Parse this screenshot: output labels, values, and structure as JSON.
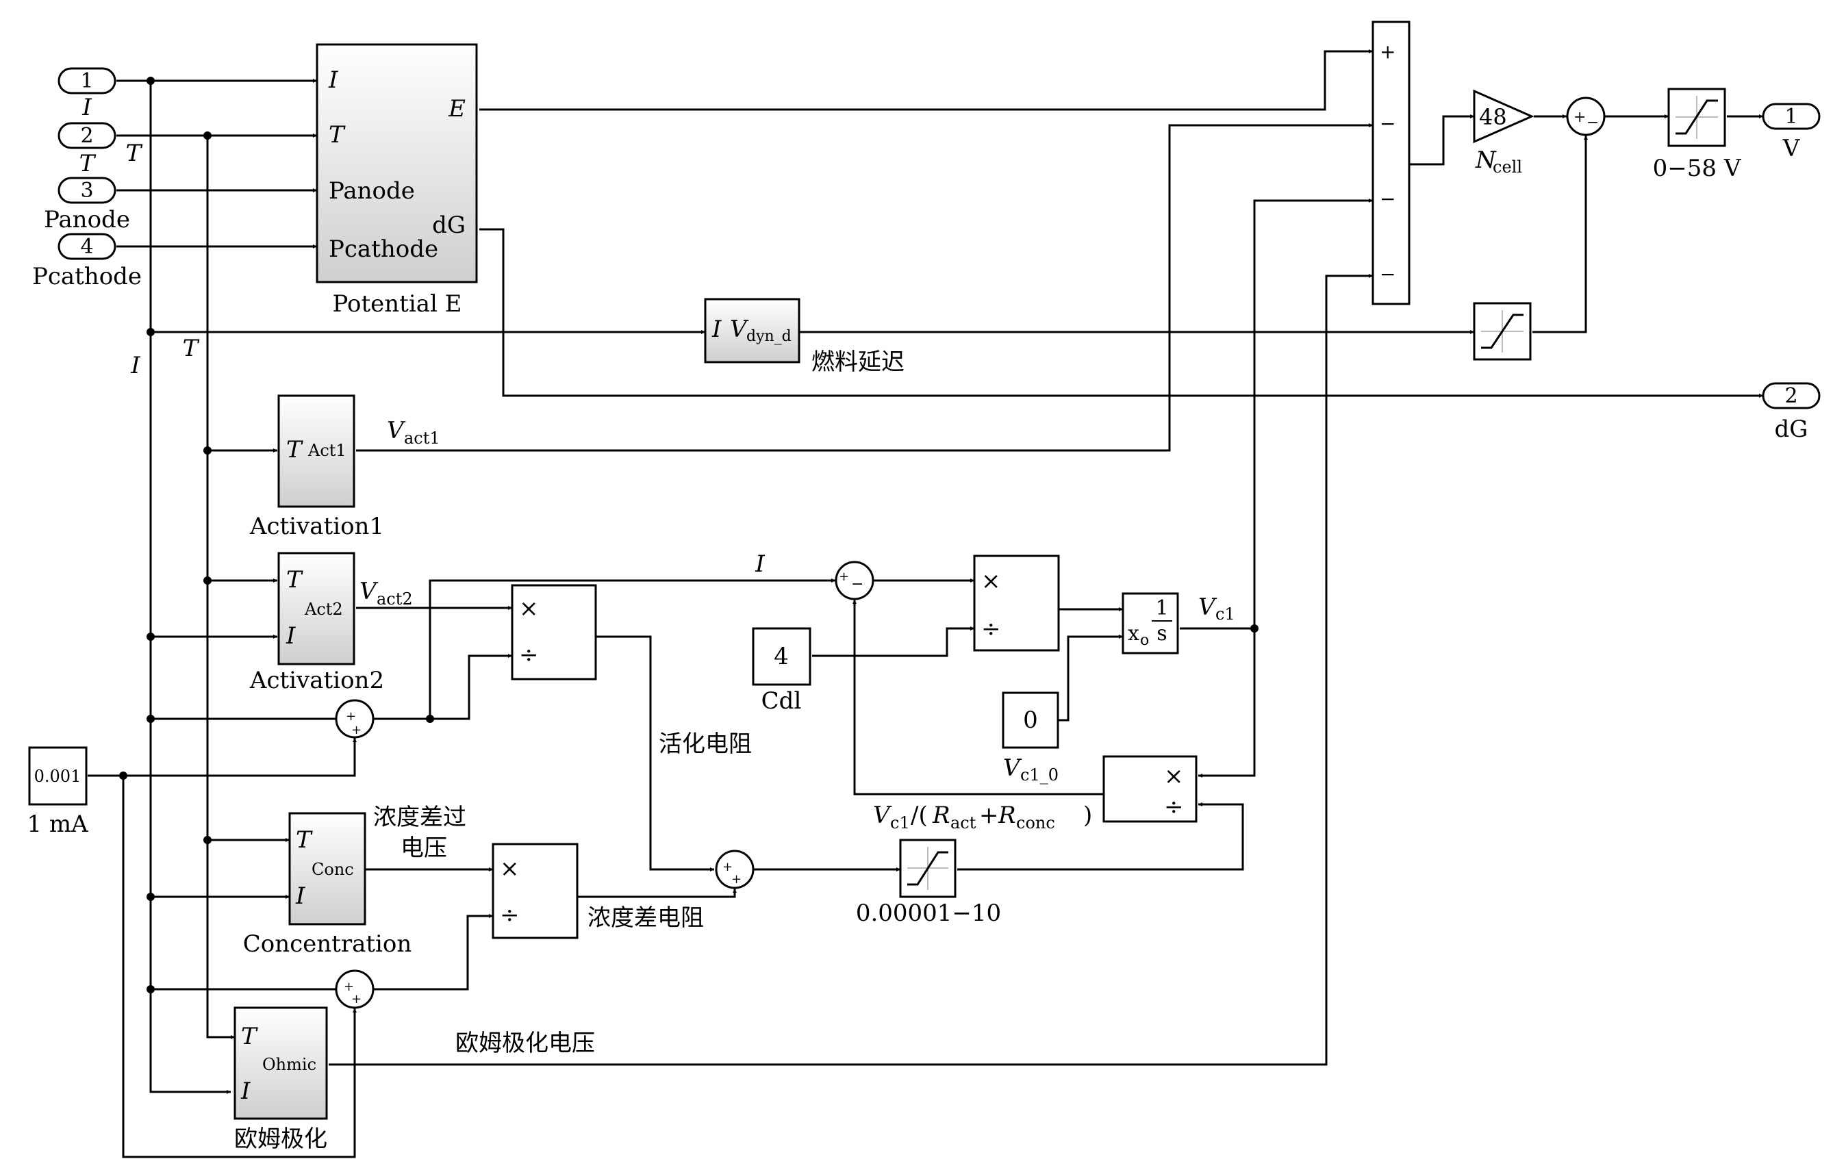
{
  "inports": [
    {
      "num": "1",
      "name": "I"
    },
    {
      "num": "2",
      "name": "T"
    },
    {
      "num": "3",
      "name": "Panode"
    },
    {
      "num": "4",
      "name": "Pcathode"
    }
  ],
  "outports": [
    {
      "num": "1",
      "name": "V"
    },
    {
      "num": "2",
      "name": "dG"
    }
  ],
  "potential_block": {
    "name": "Potential E",
    "in_I": "I",
    "in_T": "T",
    "in_Panode": "Panode",
    "in_Pcathode": "Pcathode",
    "out_E": "E",
    "out_dG": "dG"
  },
  "fuel_delay": {
    "label_I": "I",
    "label_V": "V",
    "label_sub": "dyn_d",
    "caption": "燃料延迟"
  },
  "activation1": {
    "in_T": "T",
    "sub": "Act1",
    "name": "Activation1",
    "signal": "V",
    "signal_sub": "act1"
  },
  "activation2": {
    "in_T": "T",
    "in_I": "I",
    "sub": "Act2",
    "name": "Activation2",
    "signal": "V",
    "signal_sub": "act2"
  },
  "concentration": {
    "in_T": "T",
    "in_I": "I",
    "sub": "Conc",
    "name": "Concentration",
    "signal_line1": "浓度差过",
    "signal_line2": "电压"
  },
  "ohmic": {
    "in_T": "T",
    "in_I": "I",
    "sub": "Ohmic",
    "name": "欧姆极化",
    "signal": "欧姆极化电压"
  },
  "const_1ma": {
    "value": "0.001",
    "caption": "1 mA"
  },
  "const_cdl": {
    "value": "4",
    "caption": "Cdl"
  },
  "const_vc10": {
    "value": "0",
    "caption": "V",
    "caption_sub": "c1_0"
  },
  "gain": {
    "value": "48",
    "label": "N",
    "label_sub": "cell"
  },
  "sat_out": {
    "caption": "0−58 V"
  },
  "sat_r": {
    "caption": "0.00001−10"
  },
  "integrator": {
    "num": "1",
    "den": "s",
    "init": "x",
    "init_sub": "o"
  },
  "labels": {
    "T_wire": "T",
    "I_wire": "I",
    "I_signal": "I",
    "vc1": "V",
    "vc1_sub": "c1",
    "act_resistance": "活化电阻",
    "conc_resistance": "浓度差电阻",
    "expr": "V",
    "expr_sub1": "c1",
    "expr_mid": "/(",
    "expr_R1": "R",
    "expr_sub2": "act",
    "expr_plus": "+",
    "expr_R2": "R",
    "expr_sub3": "conc",
    "expr_end": ")"
  },
  "ops": {
    "plus": "+",
    "minus": "−",
    "times": "×",
    "divide": "÷"
  }
}
